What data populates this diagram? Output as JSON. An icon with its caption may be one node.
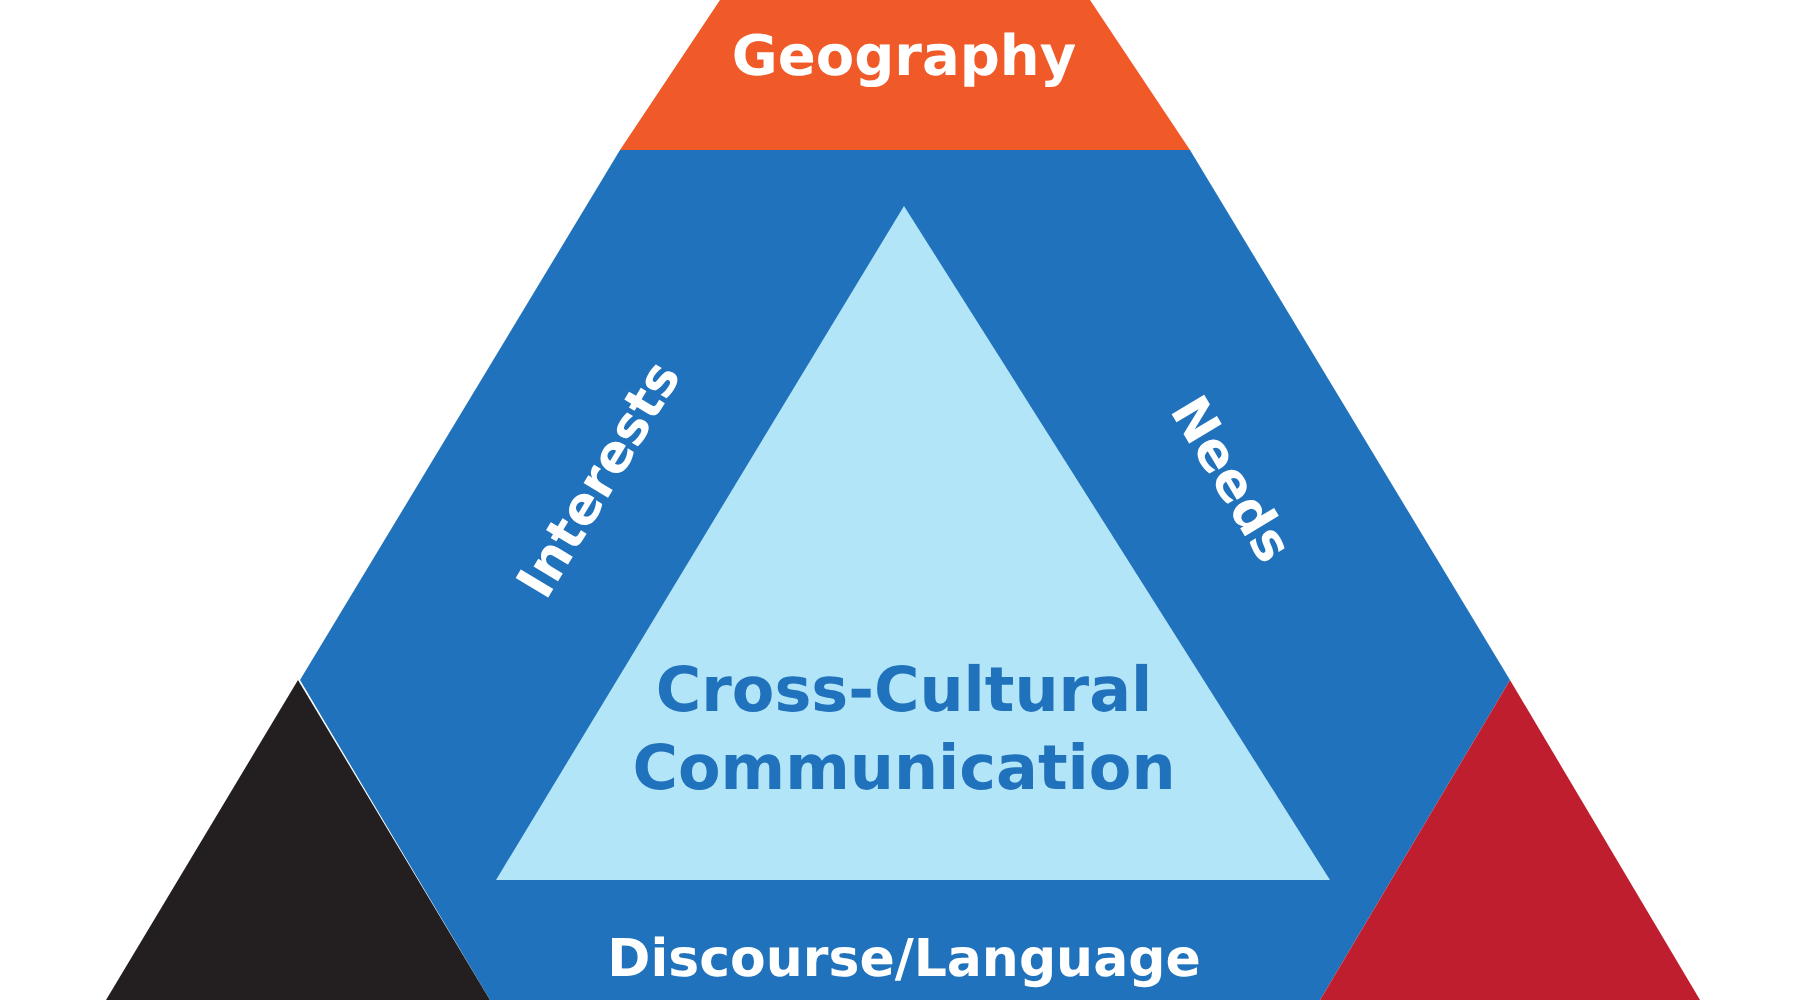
{
  "diagram": {
    "nodes": [
      {
        "text": [
          "Interests",
          "Needs",
          "Discourse/Language"
        ]
      },
      {
        "text": [
          "Geography"
        ]
      },
      {
        "text": [],
        "shape": "triangle"
      },
      {
        "text": [],
        "shape": "triangle"
      },
      {
        "text": [
          "Cross-Cultural Communication"
        ],
        "in": 0
      }
    ]
  }
}
